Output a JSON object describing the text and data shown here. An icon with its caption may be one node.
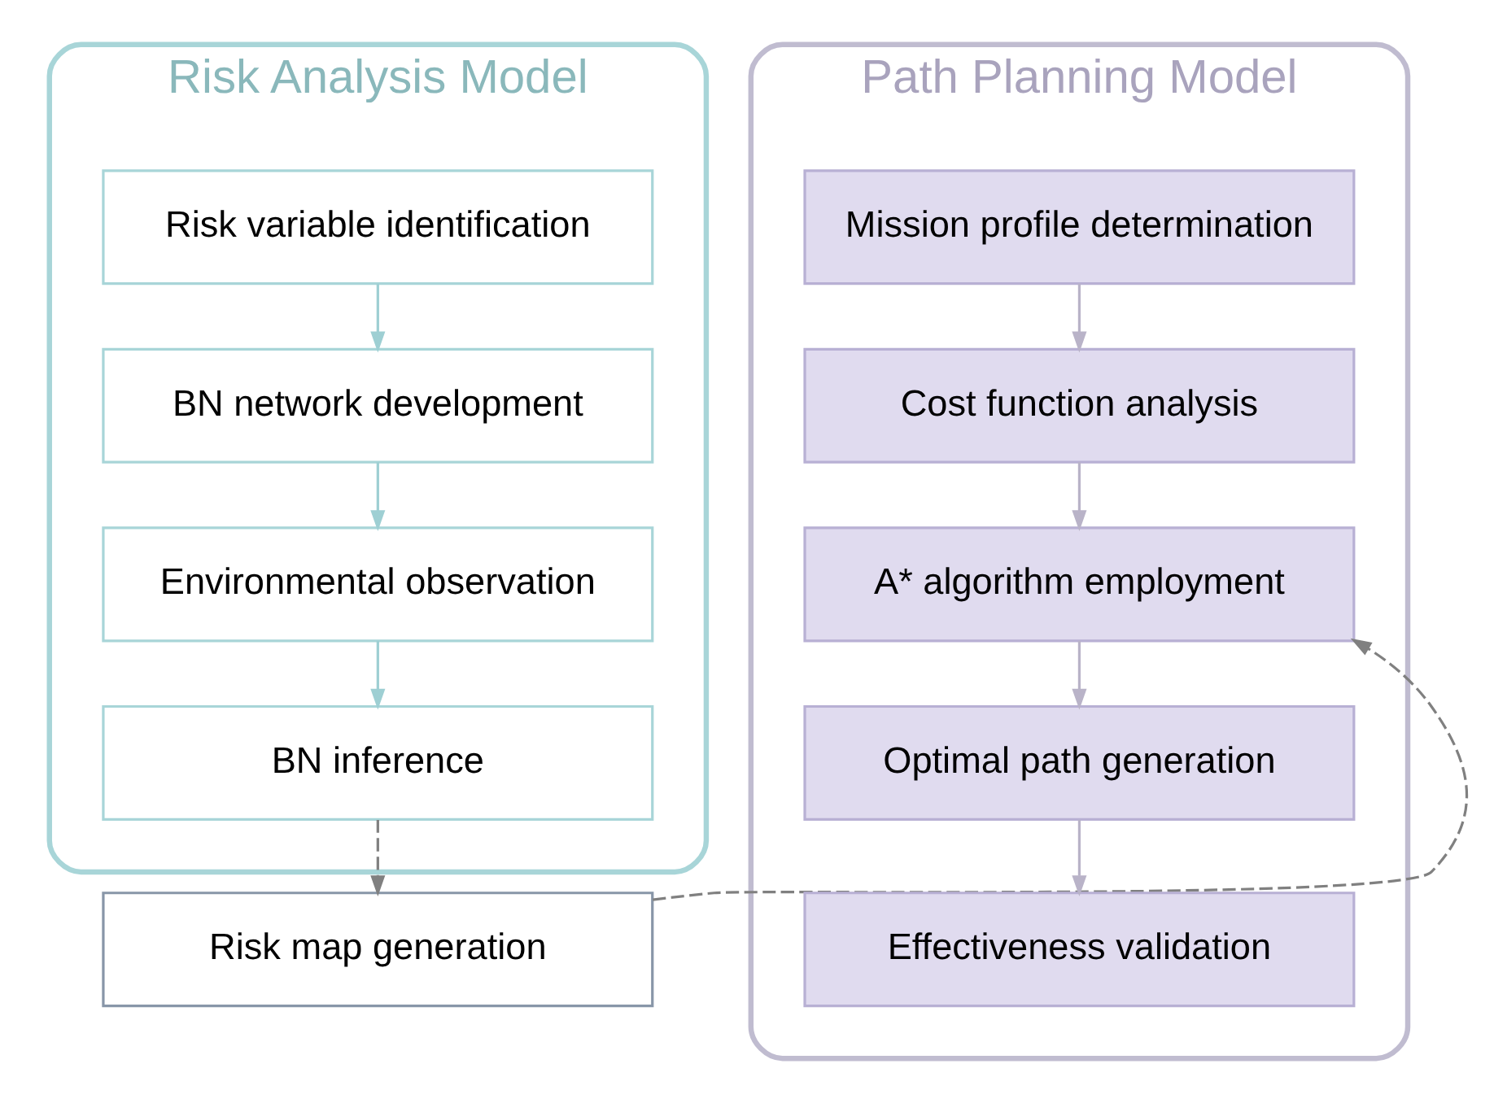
{
  "diagram": {
    "nodes": [
      {
        "text": [
          "Risk Analysis Model"
        ]
      },
      {
        "text": [
          "Risk variable identification"
        ],
        "in": 0
      },
      {
        "text": [
          "BN network development"
        ],
        "in": 0
      },
      {
        "text": [
          "Environmental observation"
        ],
        "in": 0
      },
      {
        "text": [
          "BN inference"
        ],
        "in": 0
      },
      {
        "text": [
          "Risk map generation"
        ]
      },
      {
        "text": [
          "Path Planning Model"
        ]
      },
      {
        "text": [
          "Mission profile determination"
        ],
        "in": 6
      },
      {
        "text": [
          "Cost function analysis"
        ],
        "in": 6
      },
      {
        "text": [
          "A* algorithm employment"
        ],
        "in": 6
      },
      {
        "text": [
          "Optimal path generation"
        ],
        "in": 6
      },
      {
        "text": [
          "Effectiveness validation"
        ],
        "in": 6
      }
    ],
    "edges": [
      {
        "from": 1,
        "to": 2,
        "arrow": "to",
        "color": "#9ecfd3"
      },
      {
        "from": 2,
        "to": 3,
        "arrow": "to",
        "color": "#9ecfd3"
      },
      {
        "from": 3,
        "to": 4,
        "arrow": "to",
        "color": "#9ecfd3"
      },
      {
        "from": 4,
        "to": 5,
        "arrow": "to",
        "style": "dashed",
        "color": "#808080"
      },
      {
        "from": 5,
        "to": 9,
        "arrow": "to",
        "style": "dashed",
        "color": "#808080"
      },
      {
        "from": 7,
        "to": 8,
        "arrow": "to"
      },
      {
        "from": 8,
        "to": 9,
        "arrow": "to"
      },
      {
        "from": 9,
        "to": 10,
        "arrow": "to"
      },
      {
        "from": 10,
        "to": 11,
        "arrow": "to"
      }
    ]
  }
}
